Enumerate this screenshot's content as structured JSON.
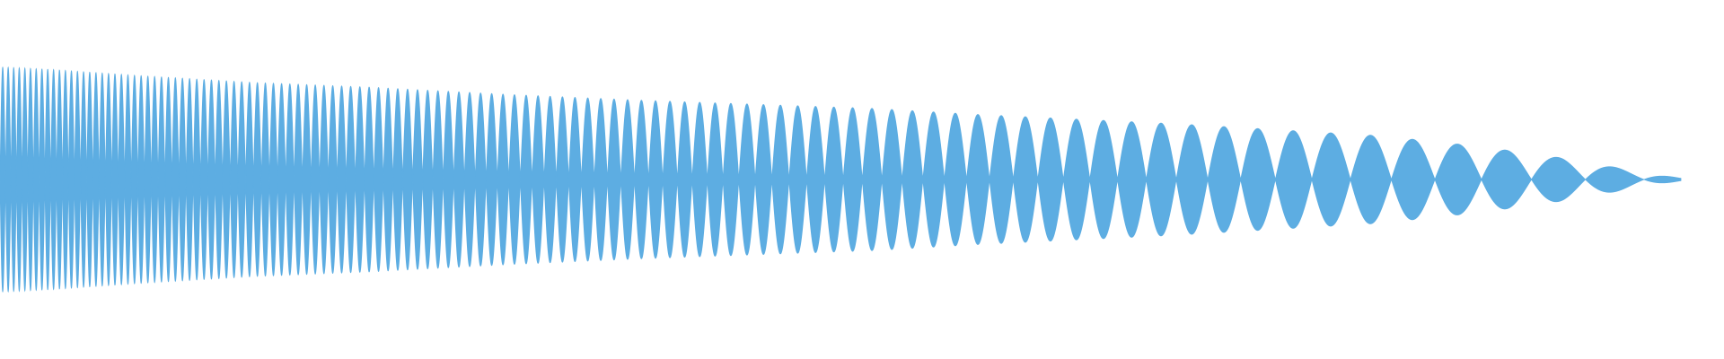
{
  "chart_data": {
    "type": "area",
    "title": "",
    "xlabel": "",
    "ylabel": "",
    "axes_visible": false,
    "grid": false,
    "legend": "none",
    "fill_color": "#5DADE2",
    "ylim": [
      -1.0,
      1.0
    ],
    "xlim": [
      0,
      100
    ],
    "envelope": {
      "x": [
        0,
        3,
        8,
        15,
        22,
        30,
        38,
        46,
        52,
        58,
        64,
        70,
        76,
        82,
        88,
        93,
        97,
        100
      ],
      "amp": [
        0.95,
        0.93,
        0.88,
        0.82,
        0.78,
        0.72,
        0.67,
        0.63,
        0.6,
        0.55,
        0.51,
        0.47,
        0.42,
        0.37,
        0.28,
        0.18,
        0.08,
        0.01
      ]
    },
    "oscillation": {
      "start_cycles_per_unit": 1.55,
      "end_cycles_per_unit": 0.13
    }
  }
}
